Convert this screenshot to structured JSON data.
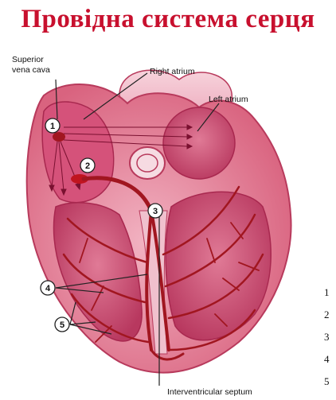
{
  "title": "Провідна система серця",
  "labels": {
    "superior_vena_cava_1": "Superior",
    "superior_vena_cava_2": "vena cava",
    "right_atrium": "Right atrium",
    "left_atrium": "Left atrium",
    "interventricular_septum": "Interventricular septum"
  },
  "markers": [
    "1",
    "2",
    "3",
    "4",
    "5"
  ],
  "side_numbers": [
    "1",
    "2",
    "3",
    "4",
    "5"
  ],
  "colors": {
    "title": "#c8102e",
    "heart_tissue": "#e58aa0",
    "chamber": "#c8456e",
    "conduction": "#a11620"
  }
}
